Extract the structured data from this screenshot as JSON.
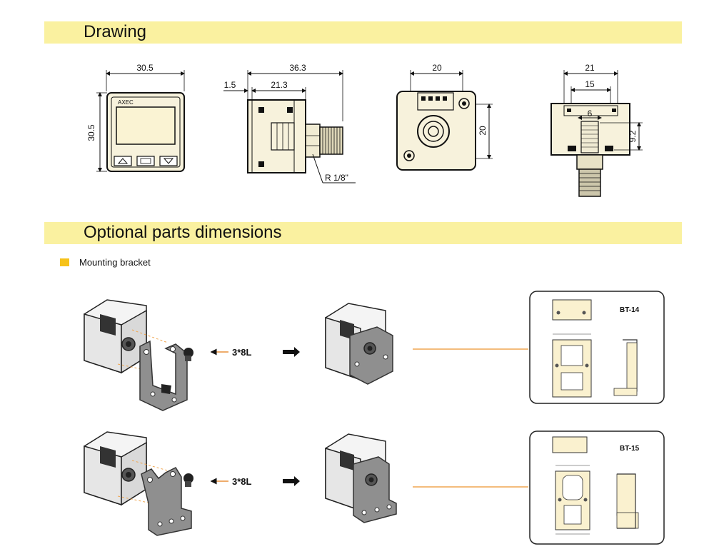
{
  "sections": {
    "drawing_title": "Drawing",
    "optional_title": "Optional parts dimensions"
  },
  "legend": {
    "label": "Mounting bracket",
    "color": "#f6c21a"
  },
  "front_view": {
    "width": "30.5",
    "height": "30.5",
    "brand": "AXEC"
  },
  "side_view": {
    "total_length": "36.3",
    "offset": "1.5",
    "body_length": "21.3",
    "thread": "R 1/8\""
  },
  "back_view": {
    "width": "20",
    "height": "20"
  },
  "bottom_view": {
    "outer": "21",
    "inner": "15",
    "slot": "6",
    "depth": "9.2"
  },
  "bracket_rows": [
    {
      "screw_label": "3*8L",
      "model": "BT-14"
    },
    {
      "screw_label": "3*8L",
      "model": "BT-15"
    }
  ],
  "colors": {
    "band": "#faf1a0",
    "body_fill": "#f7f2dc",
    "accent_line": "#f0a650",
    "arrow_orange": "#e8903c"
  }
}
